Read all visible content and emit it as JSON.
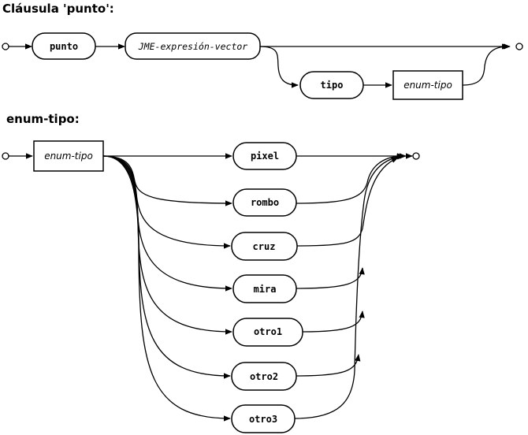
{
  "diagram1": {
    "title": "Cláusula 'punto':",
    "punto": "punto",
    "expr": "JME-expresión-vector",
    "tipo": "tipo",
    "enum": "enum-tipo"
  },
  "diagram2": {
    "title": "enum-tipo:",
    "enum": "enum-tipo",
    "options": [
      "pixel",
      "rombo",
      "cruz",
      "mira",
      "otro1",
      "otro2",
      "otro3"
    ]
  }
}
